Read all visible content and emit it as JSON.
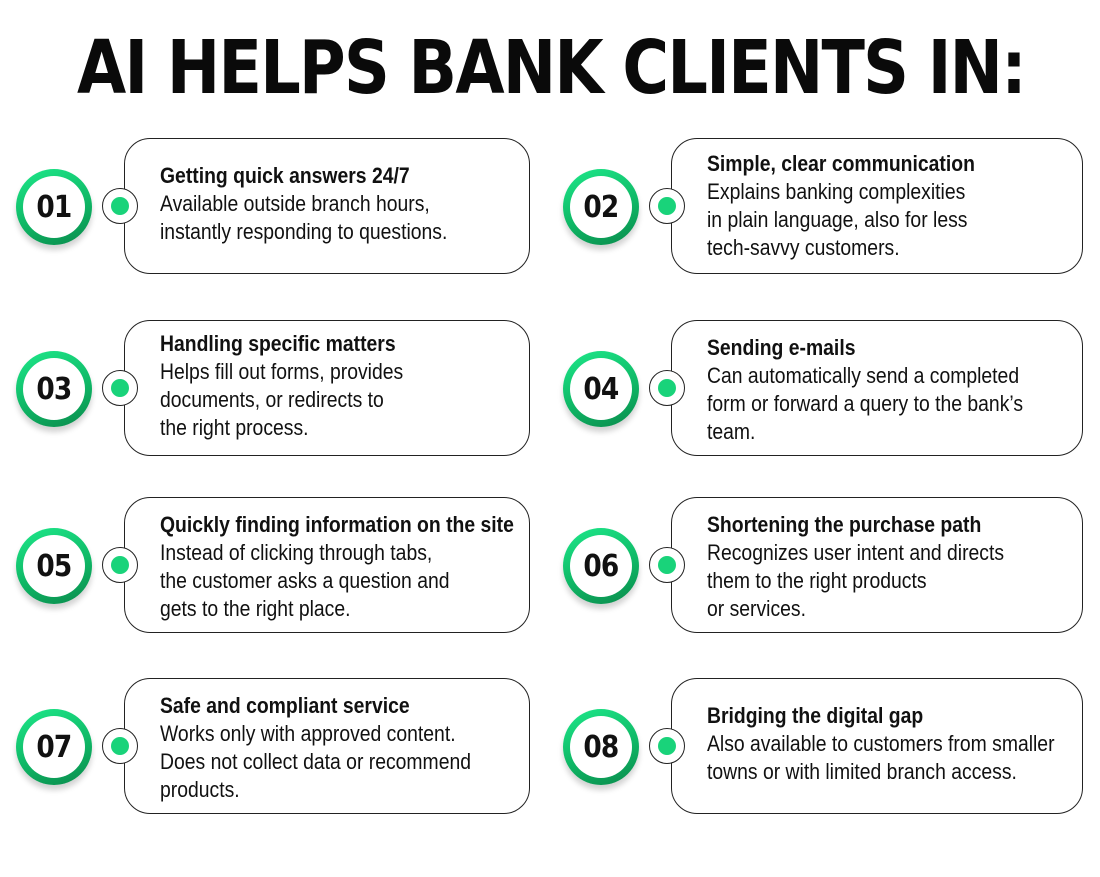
{
  "title": "AI HELPS BANK CLIENTS IN:",
  "colors": {
    "accent": "#19d37a",
    "accent_dark": "#0a8a4c",
    "text": "#111111",
    "border": "#222222"
  },
  "items": [
    {
      "number": "01",
      "heading": "Getting quick answers 24/7",
      "lines": [
        "Available outside branch hours,",
        "instantly responding to questions."
      ]
    },
    {
      "number": "02",
      "heading": "Simple, clear communication",
      "lines": [
        "Explains banking complexities",
        "in plain language, also for less",
        "tech-savvy customers."
      ]
    },
    {
      "number": "03",
      "heading": "Handling specific matters",
      "lines": [
        "Helps fill out forms, provides",
        "documents, or redirects to",
        "the right process."
      ]
    },
    {
      "number": "04",
      "heading": "Sending e-mails",
      "lines": [
        "Can automatically send a completed",
        "form or forward a query to the bank’s",
        "team."
      ]
    },
    {
      "number": "05",
      "heading": "Quickly finding information on the site",
      "lines": [
        "Instead of clicking through tabs,",
        "the customer asks a question and",
        "gets to the right place."
      ]
    },
    {
      "number": "06",
      "heading": "Shortening the purchase path",
      "lines": [
        "Recognizes user intent and directs",
        "them to the right products",
        "or services."
      ]
    },
    {
      "number": "07",
      "heading": "Safe and compliant service",
      "lines": [
        "Works only with approved content.",
        "Does not collect data or recommend",
        "products."
      ]
    },
    {
      "number": "08",
      "heading": "Bridging the digital gap",
      "lines": [
        "Also available to customers from smaller",
        "towns or with limited branch access."
      ]
    }
  ]
}
